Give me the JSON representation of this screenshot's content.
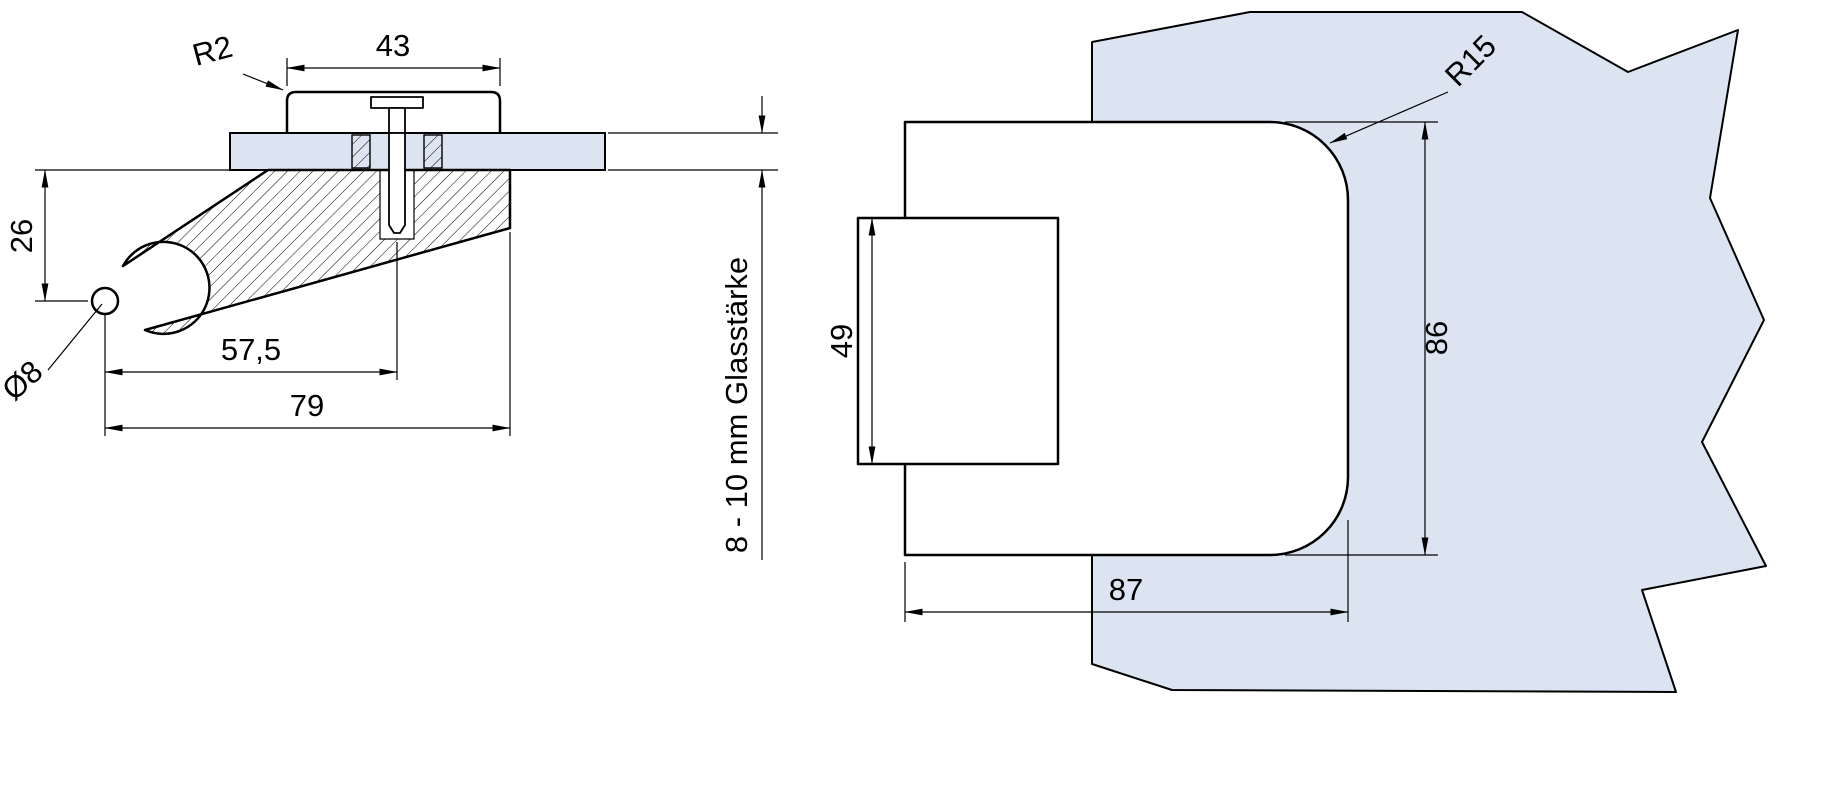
{
  "drawing": {
    "type": "technical-dimension-drawing",
    "subject": "glass door hinge fitting, side section view and front view",
    "colors": {
      "glass_fill": "#dbe4f0",
      "line": "#000000",
      "background": "#ffffff"
    },
    "labels": {
      "cap_corner_radius": "R2",
      "cap_width": "43",
      "pivot_height": "26",
      "pivot_hole_diameter": "Ø8",
      "screw_axis_offset": "57,5",
      "arm_length": "79",
      "glass_thickness_note": "8 - 10 mm Glasstärke",
      "plate_corner_radius": "R15",
      "knuckle_height": "49",
      "plate_height": "86",
      "plate_width": "87"
    }
  }
}
